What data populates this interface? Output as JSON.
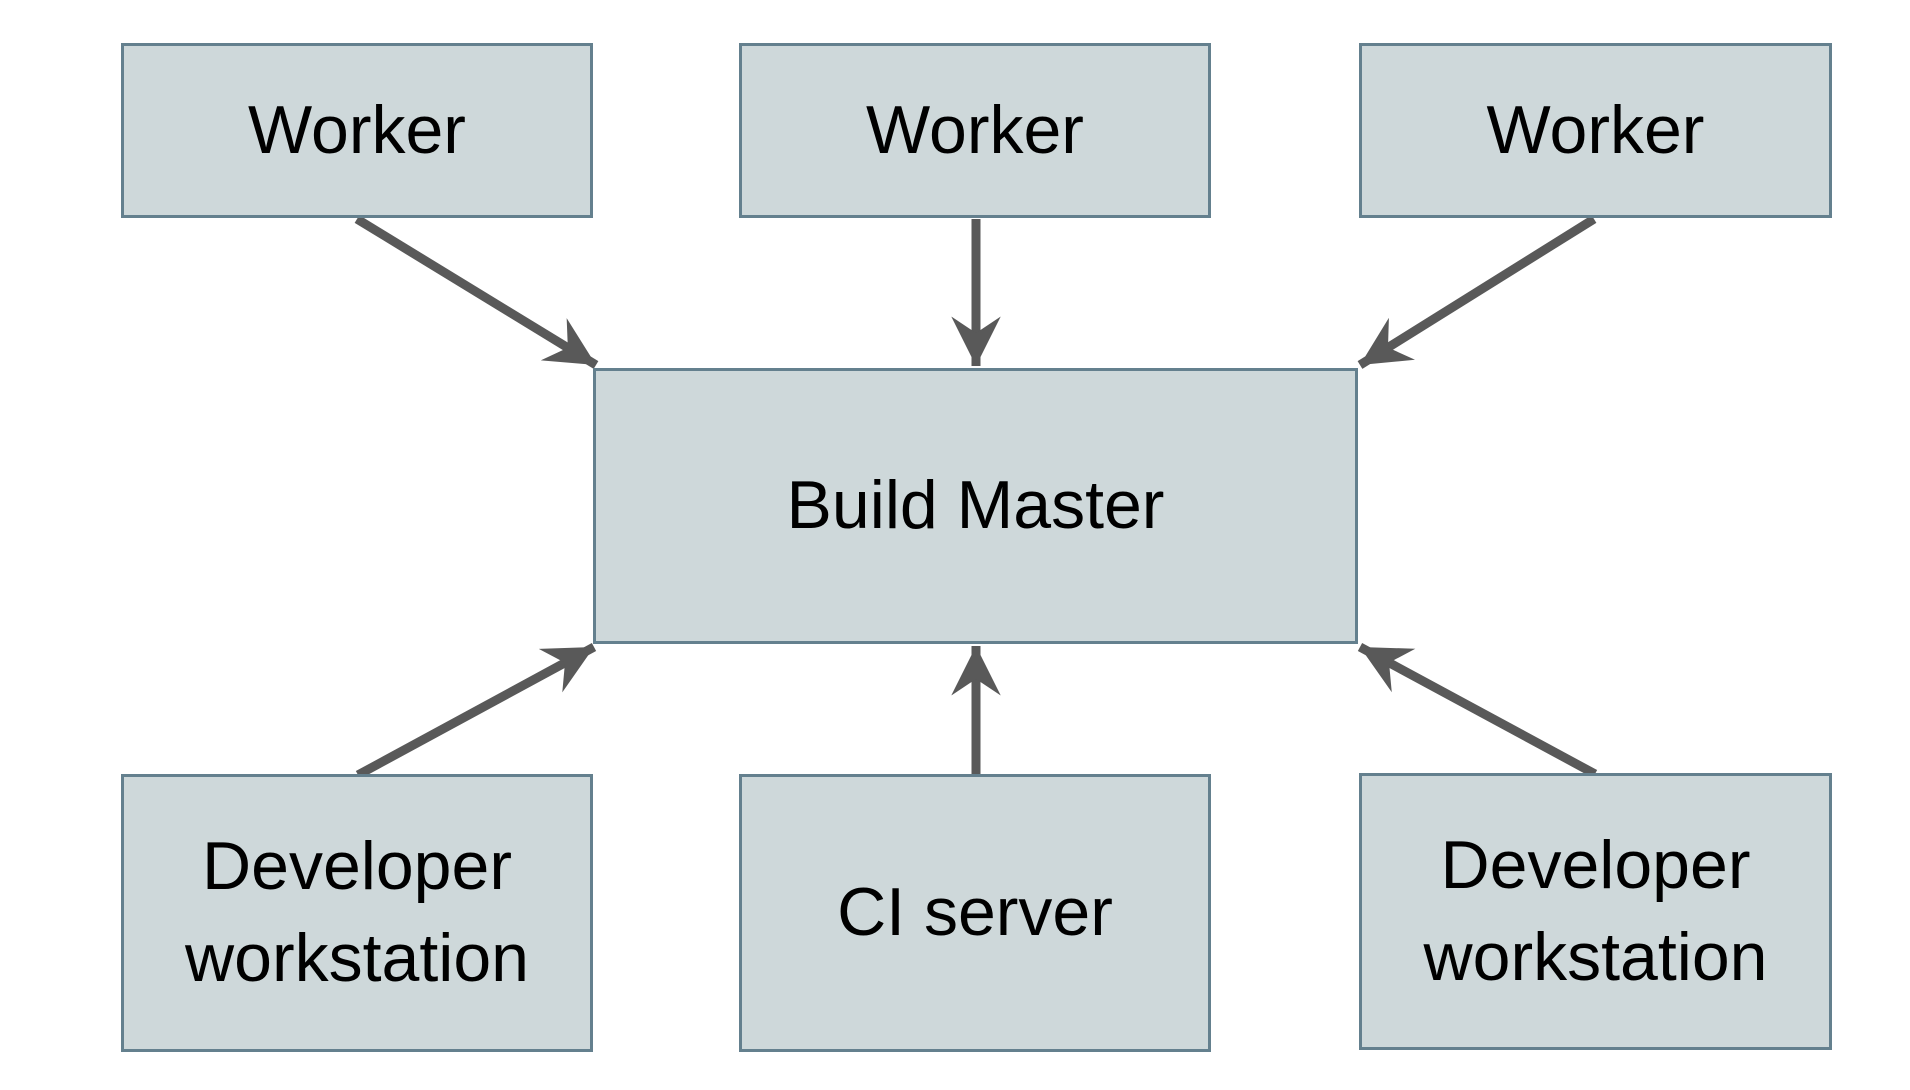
{
  "diagram": {
    "nodes": [
      {
        "id": "worker-1",
        "label": "Worker"
      },
      {
        "id": "worker-2",
        "label": "Worker"
      },
      {
        "id": "worker-3",
        "label": "Worker"
      },
      {
        "id": "build-master",
        "label": "Build Master"
      },
      {
        "id": "developer-workstation-left",
        "label": "Developer workstation"
      },
      {
        "id": "ci-server",
        "label": "CI server"
      },
      {
        "id": "developer-workstation-right",
        "label": "Developer workstation"
      }
    ],
    "edges": [
      {
        "from": "worker-1",
        "to": "build-master"
      },
      {
        "from": "worker-2",
        "to": "build-master"
      },
      {
        "from": "worker-3",
        "to": "build-master"
      },
      {
        "from": "developer-workstation-left",
        "to": "build-master"
      },
      {
        "from": "ci-server",
        "to": "build-master"
      },
      {
        "from": "developer-workstation-right",
        "to": "build-master"
      }
    ],
    "colors": {
      "background": "#ffffff",
      "node_fill": "#ced8da",
      "node_border": "#64808e",
      "arrow": "#595959",
      "text": "#000000"
    }
  }
}
